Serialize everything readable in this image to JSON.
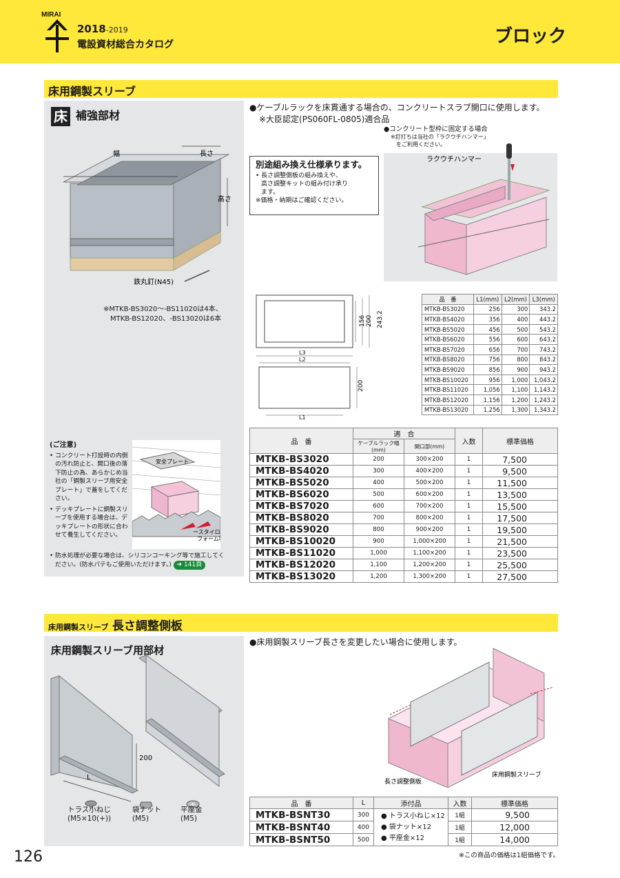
{
  "header": {
    "logo_text": "MIRAI",
    "year_main": "2018",
    "year_suffix": "-2019",
    "catalog_title": "電設資材総合カタログ",
    "category": "ブロック"
  },
  "section1": {
    "bar_title": "床用鋼製スリーブ",
    "tag": "床",
    "panel_title": "補強部材",
    "fig_labels": {
      "width": "幅",
      "length": "長さ",
      "height": "高さ",
      "nail": "鉄丸釘(N45)"
    },
    "nail_note_1": "※MTKB-BS3020～-BS11020は4本、",
    "nail_note_2": "MTKB-BS12020、-BS13020は6本",
    "caution_title": "(ご注意)",
    "caution_1": "• コンクリート打設時の内側の汚れ防止と、開口後の落下防止の為、あらかじめ当社の「鋼製スリーブ用安全プレート」で蓋をしてください。",
    "caution_2": "• デッキプレートに鋼製スリーブを使用する場合は、デッキプレートの形状に合わせて養生してください。",
    "fig2_labels": {
      "plate": "安全プレート",
      "foam_1": "ースタイロ",
      "foam_2": "フォーム等"
    },
    "waterproof_note": "• 防水処理が必要な場合は、シリコンコーキング等で施工してください。(防水パテもご使用いただけます。)",
    "ref_page": "141頁",
    "bullet_main": "●ケーブルラックを床貫通する場合の、コンクリートスラブ開口に使用します。",
    "bullet_sub": "※大臣認定(PS060FL-0805)適合品",
    "callout_title": "別途組み換え仕様承ります。",
    "callout_1": "• 長さ調整側板の組み換えや、",
    "callout_2": "高さ調整キットの組み付け承り",
    "callout_3": "ます。",
    "callout_4": "※価格・納期はご確認ください。",
    "install_caption": "●コンクリート型枠に固定する場合",
    "install_sub_1": "※釘打ちは当社の「ラクウチハンマー」",
    "install_sub_2": "をご利用ください。",
    "hammer_label": "ラクウチハンマー",
    "drawing_dims": {
      "d156": "156",
      "d200": "200",
      "d243": "243.2",
      "l3": "L3",
      "l2": "L2",
      "l1": "L1",
      "h200": "200"
    },
    "dim_table": {
      "headers": [
        "品　番",
        "L1(mm)",
        "L2(mm)",
        "L3(mm)"
      ],
      "rows": [
        [
          "MTKB-BS3020",
          "256",
          "300",
          "343.2"
        ],
        [
          "MTKB-BS4020",
          "356",
          "400",
          "443.2"
        ],
        [
          "MTKB-BS5020",
          "456",
          "500",
          "543.2"
        ],
        [
          "MTKB-BS6020",
          "556",
          "600",
          "643.2"
        ],
        [
          "MTKB-BS7020",
          "656",
          "700",
          "743.2"
        ],
        [
          "MTKB-BS8020",
          "756",
          "800",
          "843.2"
        ],
        [
          "MTKB-BS9020",
          "856",
          "900",
          "943.2"
        ],
        [
          "MTKB-BS10020",
          "956",
          "1,000",
          "1,043.2"
        ],
        [
          "MTKB-BS11020",
          "1,056",
          "1,100",
          "1,143.2"
        ],
        [
          "MTKB-BS12020",
          "1,156",
          "1,200",
          "1,243.2"
        ],
        [
          "MTKB-BS13020",
          "1,256",
          "1,300",
          "1,343.2"
        ]
      ]
    },
    "price_table": {
      "h_code": "品　番",
      "h_fit": "適　合",
      "h_rack": "ケーブルラック幅(mm)",
      "h_open": "開口部(mm)",
      "h_qty": "入数",
      "h_price": "標準価格",
      "rows": [
        [
          "MTKB-BS3020",
          "200",
          "300×200",
          "1",
          "7,500"
        ],
        [
          "MTKB-BS4020",
          "300",
          "400×200",
          "1",
          "9,500"
        ],
        [
          "MTKB-BS5020",
          "400",
          "500×200",
          "1",
          "11,500"
        ],
        [
          "MTKB-BS6020",
          "500",
          "600×200",
          "1",
          "13,500"
        ],
        [
          "MTKB-BS7020",
          "600",
          "700×200",
          "1",
          "15,500"
        ],
        [
          "MTKB-BS8020",
          "700",
          "800×200",
          "1",
          "17,500"
        ],
        [
          "MTKB-BS9020",
          "800",
          "900×200",
          "1",
          "19,500"
        ],
        [
          "MTKB-BS10020",
          "900",
          "1,000×200",
          "1",
          "21,500"
        ],
        [
          "MTKB-BS11020",
          "1,000",
          "1,100×200",
          "1",
          "23,500"
        ],
        [
          "MTKB-BS12020",
          "1,100",
          "1,200×200",
          "1",
          "25,500"
        ],
        [
          "MTKB-BS13020",
          "1,200",
          "1,300×200",
          "1",
          "27,500"
        ]
      ]
    }
  },
  "section2": {
    "bar_prefix": "床用鋼製スリーブ",
    "bar_title": "長さ調整側板",
    "panel_title": "床用鋼製スリーブ用部材",
    "fig_labels": {
      "h200": "200",
      "l": "L"
    },
    "hardware": [
      {
        "name": "トラス小ねじ",
        "spec": "(M5×10(+))"
      },
      {
        "name": "袋ナット",
        "spec": "(M5)"
      },
      {
        "name": "平座金",
        "spec": "(M5)"
      }
    ],
    "bullet": "●床用鋼製スリーブ長さを変更したい場合に使用します。",
    "fig6_labels": {
      "side_plate": "長さ調整側板",
      "sleeve": "床用鋼製スリーブ"
    },
    "kit_table": {
      "headers": [
        "品　番",
        "L",
        "添付品",
        "入数",
        "標準価格"
      ],
      "accessories": [
        "● トラス小ねじ×12",
        "● 袋ナット×12",
        "● 平座金×12"
      ],
      "rows": [
        [
          "MTKB-BSNT30",
          "300",
          "1組",
          "9,500"
        ],
        [
          "MTKB-BSNT40",
          "400",
          "1組",
          "12,000"
        ],
        [
          "MTKB-BSNT50",
          "500",
          "1組",
          "14,000"
        ]
      ]
    },
    "kit_note": "※この商品の価格は1組価格です。"
  },
  "page_number": "126"
}
